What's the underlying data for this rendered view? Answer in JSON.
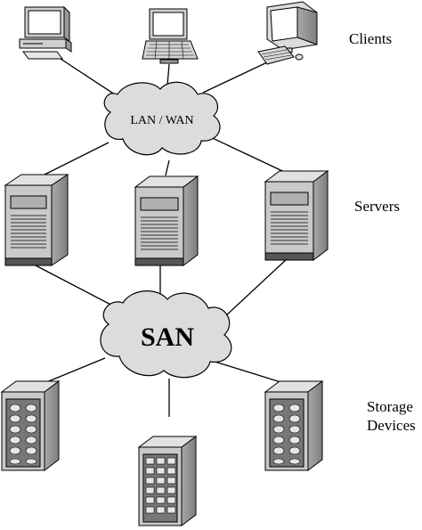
{
  "labels": {
    "clients": "Clients",
    "servers": "Servers",
    "storage_line1": "Storage",
    "storage_line2": "Devices"
  },
  "clouds": {
    "lan_wan": "LAN / WAN",
    "san": "SAN"
  },
  "icons": {
    "client_1": "desktop-computer-icon",
    "client_2": "laptop-icon",
    "client_3": "workstation-icon",
    "server": "server-tower-icon",
    "storage": "disk-array-icon"
  },
  "colors": {
    "cloud_fill": "#dcdcdc",
    "device_fill": "#c9c9c9",
    "device_dark": "#8a8a8a",
    "line": "#000000"
  }
}
